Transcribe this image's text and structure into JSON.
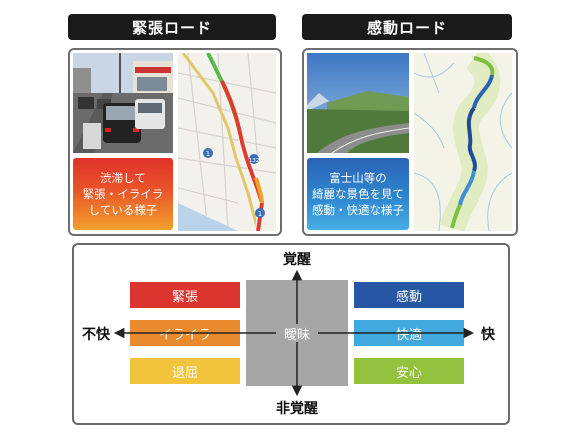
{
  "left_panel": {
    "header": "緊張ロード",
    "caption_lines": [
      "渋滞して",
      "緊張・イライラ",
      "している様子"
    ],
    "map_labels": [
      "1",
      "132",
      "1"
    ]
  },
  "right_panel": {
    "header": "感動ロード",
    "caption_lines": [
      "富士山等の",
      "綺麗な景色を見て",
      "感動・快適な様子"
    ]
  },
  "matrix": {
    "top_label": "覚醒",
    "bottom_label": "非覚醒",
    "left_label": "不快",
    "right_label": "快",
    "center_label": "曖昧",
    "left_cells": [
      {
        "label": "緊張",
        "color": "#dc3530"
      },
      {
        "label": "イライラ",
        "color": "#e98a2e"
      },
      {
        "label": "退屈",
        "color": "#f2c43c"
      }
    ],
    "right_cells": [
      {
        "label": "感動",
        "color": "#2756a4"
      },
      {
        "label": "快適",
        "color": "#42a9df"
      },
      {
        "label": "安心",
        "color": "#93c23e"
      }
    ],
    "center_color": "#a6a6a6"
  }
}
